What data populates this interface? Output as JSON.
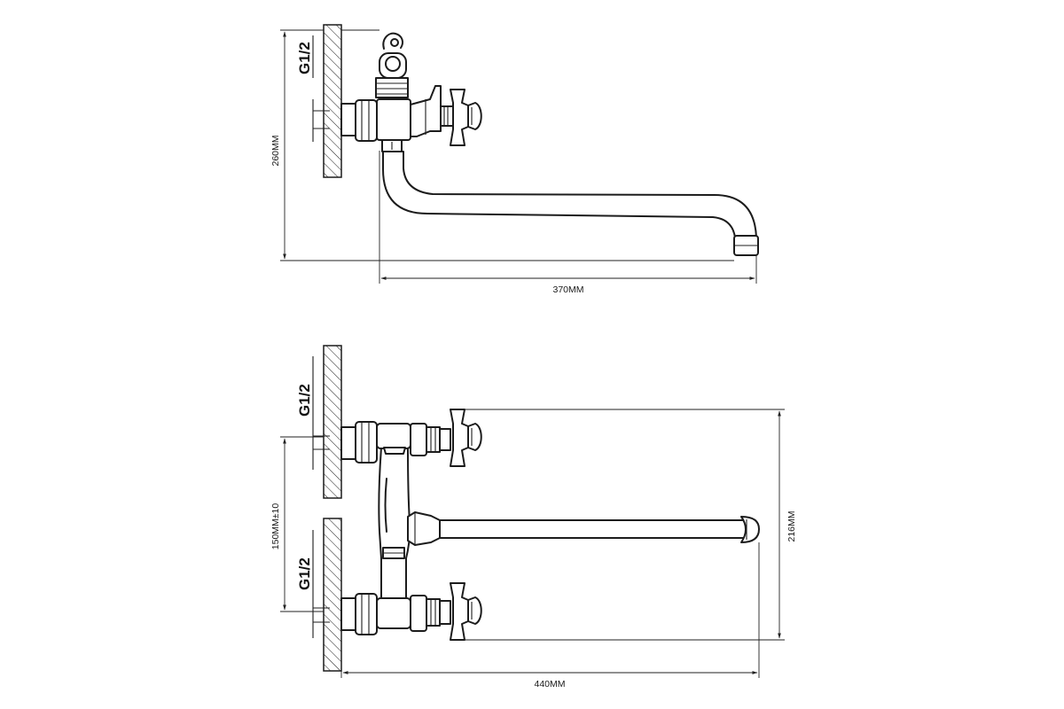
{
  "side_view": {
    "thread_label": "G1/2",
    "height_label": "260MM",
    "reach_label": "370MM"
  },
  "front_view": {
    "thread_label_upper": "G1/2",
    "thread_label_lower": "G1/2",
    "center_distance_label": "150MM±10",
    "height_label": "216MM",
    "width_label": "440MM"
  }
}
